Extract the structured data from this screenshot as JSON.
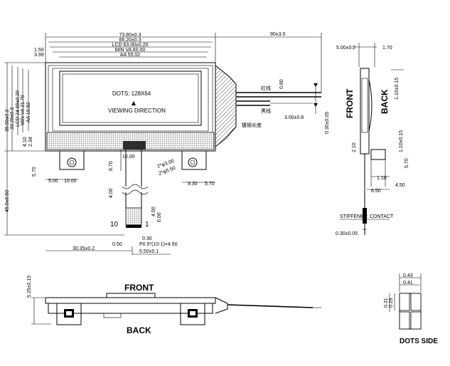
{
  "front": {
    "dims_top": [
      "73.80±0.3",
      "66.20±0.3",
      "LCD  63.00±0.20",
      "MIN VA 60.00",
      "AA  55.02"
    ],
    "dim_left_150": "1.50",
    "dim_left_399": "3.99",
    "dim_90": "90±3.0",
    "screen_dots": "DOTS:   128X64",
    "screen_dir": "VIEWING DIRECTION",
    "dims_left_vertical": [
      "39.00±0.3",
      "33.20±0.3",
      "LCD 24.00±0.20",
      "MIN VA 21.70",
      "AA 19.82"
    ],
    "dim_410": "4.10",
    "dim_234": "2.34",
    "dim_570_left": "5.70",
    "dim_4500": "45.0±0.50",
    "dim_080": "0.80",
    "dim_300": "3.00±0.8",
    "dim_030_right": "0.30±0.05",
    "wire_label_1": "红线",
    "wire_label_2": "黑线",
    "wire_label_3": "镀锡长度",
    "dim_500_l": "5.00",
    "dim_1000_l": "10.00",
    "dim_1000_c": "10.00",
    "dim_870": "8.70",
    "hole_1": "2*φ3.00",
    "hole_2": "2*φ5.50",
    "dim_930": "9.30",
    "dim_570_r": "5.70",
    "dim_400_fpc": "4.00",
    "dim_400_tail": "4.00",
    "dim_600": "6.00",
    "pin_10": "10",
    "pin_1": "1",
    "dim_030": "0.30",
    "dim_050": "0.50",
    "pitch": "P0.5*(10-1)=4.50",
    "dim_3035": "30.35±0.2",
    "dim_550": "5.50±0.1"
  },
  "side": {
    "dim_500_02": "5.00±0.2",
    "dim_170": "1.70",
    "front_label": "FRONT",
    "back_label": "BACK",
    "dim_110_015_top": "1.10±0.15",
    "dim_210": "2.10",
    "dim_110_015_bot": "1.10±0.15",
    "dim_570": "5.70",
    "dim_110": "1.10",
    "dim_650": "6.50",
    "dim_450": "4.50",
    "stiffener": "STIFFENER",
    "contact": "CONTACT",
    "dim_030_005": "0.30±0.05"
  },
  "bottom": {
    "front_label": "FRONT",
    "back_label": "BACK",
    "dim_525": "5.25±0.15"
  },
  "dots": {
    "dim_043": "0.43",
    "dim_041": "0.41",
    "dim_031": "0.31",
    "dim_029": "0.29",
    "title": "DOTS  SIDE"
  }
}
